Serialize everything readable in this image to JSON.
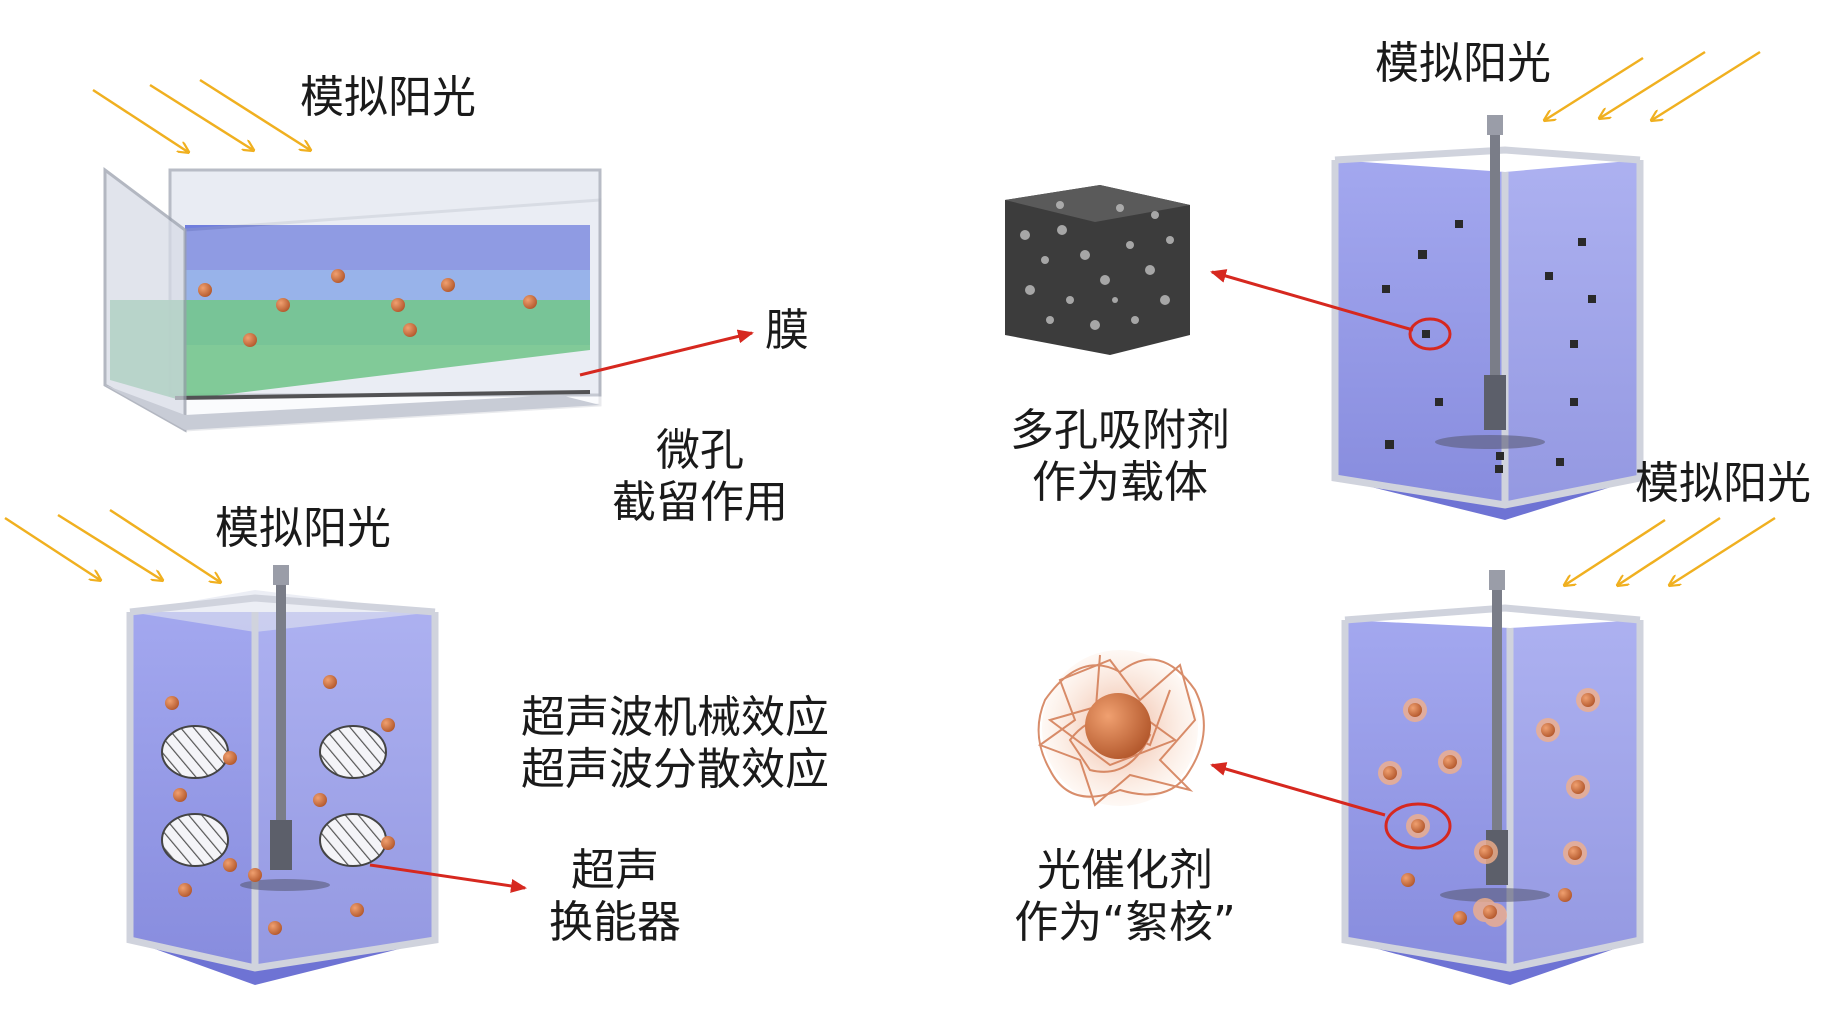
{
  "labels": {
    "sun": "模拟阳光",
    "membrane": "膜",
    "micropore_line1": "微孔",
    "micropore_line2": "截留作用",
    "ultrasonic_line1": "超声波机械效应",
    "ultrasonic_line2": "超声波分散效应",
    "transducer_line1": "超声",
    "transducer_line2": "换能器",
    "adsorbent_line1": "多孔吸附剂",
    "adsorbent_line2": "作为载体",
    "photocatalyst_line1": "光催化剂",
    "photocatalyst_line2": "作为“絮核”"
  },
  "colors": {
    "sun_arrow": "#f0b020",
    "pointer_arrow": "#d6281f",
    "water": "#8f93e6",
    "membrane_layer": "#4cb86a",
    "particle": "#c0653a",
    "adsorbent": "#3c3c3c"
  }
}
